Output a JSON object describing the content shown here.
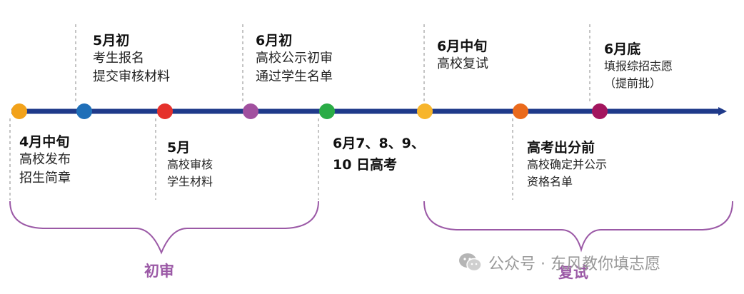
{
  "colors": {
    "line": "#1f3a8a",
    "brace": "#9b59a6",
    "dots": [
      "#f2a21b",
      "#1f6fb8",
      "#e5312c",
      "#a1509f",
      "#2aac46",
      "#f7b52c",
      "#ea6a1c",
      "#a3155e"
    ]
  },
  "events": [
    {
      "title": "4月中旬",
      "lines": [
        "高校发布",
        "招生简章"
      ]
    },
    {
      "title": "5月初",
      "lines": [
        "考生报名",
        "提交审核材料"
      ]
    },
    {
      "title": "5月",
      "lines": [
        "高校审核",
        "学生材料"
      ]
    },
    {
      "title": "6月初",
      "lines": [
        "高校公示初审",
        "通过学生名单"
      ]
    },
    {
      "title": "6月7、8、9、",
      "lines": [
        "10 日高考"
      ]
    },
    {
      "title": "6月中旬",
      "lines": [
        "高校复试"
      ]
    },
    {
      "title": "高考出分前",
      "lines": [
        "高校确定并公示",
        "资格名单"
      ]
    },
    {
      "title": "6月底",
      "lines": [
        "填报综招志愿",
        "（提前批）"
      ]
    }
  ],
  "braces": [
    {
      "label": "初审"
    },
    {
      "label": "复试"
    }
  ],
  "watermark": {
    "icon": "wechat-icon",
    "text": "公众号 · 东风教你填志愿"
  }
}
